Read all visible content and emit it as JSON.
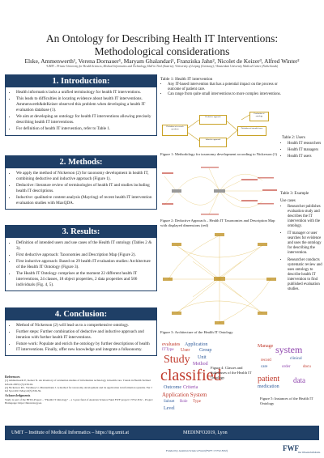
{
  "header": {
    "title_line1": "An Ontology for Describing Health IT Interventions:",
    "title_line2": "Methodological considerations",
    "authors": "Elske, Ammenwerth¹, Verena Dornauer¹, Maryam Ghalandari¹, Franziska Jahn², Nicolet de Keizer³, Alfred Winter²",
    "affiliations": "¹UMIT – Private University for Health Sciences, Medical Informatics and Technology, Hall in Tirol (Austria); ²University of Leipzig (Germany); ³Amsterdam University Medical Center (Netherlands)"
  },
  "intro": {
    "heading": "1. Introduction:",
    "items": [
      "Health informatics lacks a unified terminology for health IT interventions.",
      "This leads to difficulties in locating evidence about health IT interventions. Ammenwerth&deKeizer observed this problem when developing a health IT evaluation database (1).",
      "We aim at developing an ontology for health IT interventions allowing precisely describing health IT interventions.",
      "For definition of health IT intervention, refer to Table 1."
    ]
  },
  "methods": {
    "heading": "2. Methods:",
    "items": [
      "We apply the method of Nickerson (2) for taxonomy development in health IT, combining deductive and inductive approach (Figure 1).",
      "Deductive: literature review of terminologies of health IT and studies including health IT descriptions.",
      "Inductive: qualitative content analysis (Mayring) of recent health IT intervention evaluation studies with MaxQDA."
    ]
  },
  "results": {
    "heading": "3. Results:",
    "items": [
      "Definition of intended users and use cases of the Health IT ontology (Tables 2 & 3).",
      "First deductive approach: Taxonomies and Description Map (Figure 2).",
      "First inductive approach: Based on 29 health IT evaluation studies: Architecture of the Health IT Ontology (Figure 3).",
      "The Health IT Ontology comprises at the moment 22 different health IT interventions, 24 classes, 18 object properties, 2 data properties and 506 individuals (Fig. 4, 5)."
    ]
  },
  "conclusion": {
    "heading": "4. Conclusion:",
    "items": [
      "Method of Nickerson (2) will lead us to a comprehensive ontology.",
      "Further steps: Further combination of deductive and inductive approach and iteration with further health IT interventions.",
      "Future work: Populate and enrich the ontology by further descriptions of health IT interventions. Finally, offer new knowledge and integrate a folksonomy."
    ]
  },
  "references": {
    "heading": "References",
    "items": [
      "[1] Ammenwerth E, Keizer N. An inventory of evaluation studies of information technology in health care. Trends in Health Technol Inform 2005;1(3):239-94.",
      "[2] Nickerson RC, Varshney U, Muntermann J. A method for taxonomy development and its application in information systems. Eur J Inf Syst 2013 May;22(3):336-59."
    ],
    "ack_heading": "Acknowledgments",
    "ack": "Study is part of the HITO-Project – \"Health IT Ontology\" – a 3-year fund of Austrian Science Fund FWF project I 3752-N32 – Project Homepage: https://hitontology.eu"
  },
  "table1": {
    "title": "Table 1: Health IT intervention",
    "items": [
      "Any IT-based intervention that has a potential impact on the process or outcome of patient care.",
      "Can range from quite small interventions to more complex interventions."
    ]
  },
  "figure1": {
    "caption": "Figure 1: Methodology for taxonomy development according to Nickerson (1)",
    "boxes": [
      "Definition of research questions",
      "Deductive approach",
      "Evaluation of ontology",
      "Inductive approach",
      "Definition of intended users"
    ]
  },
  "table2": {
    "title": "Table 2: Users",
    "items": [
      "Health IT researchers",
      "Health IT managers",
      "Health IT users"
    ]
  },
  "table3": {
    "title": "Table 3: Example",
    "subtitle": "Use cases",
    "items": [
      "Researcher publishes evaluation study and describes the IT intervention with the ontology.",
      "IT manager or user searches for evidence and uses the ontology for describing the intervention.",
      "Researcher conducts systematic review and uses ontology to describe health IT intervention to find published evaluation studies."
    ]
  },
  "figure2": {
    "caption": "Figure 2: Deductive Approach – Health IT Taxonomies and Description Map with displayed dimensions (red)"
  },
  "figure3": {
    "caption": "Figure 3: Architecture of the Health IT Ontology"
  },
  "figure4": {
    "caption": "Figure 4: Classes and Subclasses of the Health IT Ontology",
    "words": [
      "evaluates",
      "Application",
      "ITType",
      "User",
      "Group",
      "Study",
      "Unit",
      "Method",
      "classified",
      "Outcome",
      "Criteria",
      "Application System",
      "Subset",
      "Role",
      "Type",
      "Level"
    ]
  },
  "figure5": {
    "caption": "Figure 5: Instances of the Health IT Ontology",
    "words": [
      "Manage",
      "system",
      "patient",
      "data",
      "medication",
      "clinical",
      "record",
      "order",
      "care",
      "docu"
    ]
  },
  "footer": {
    "left": "UMIT – Institute of Medical Informatics – https://iig.umit.at",
    "right": "MEDINFO2019, Lyon",
    "funded": "Funded by Austrian Science Fund (FWF: I 3752-N32)",
    "logo": "FWF",
    "logo_sub": "Der Wissenschaftsfonds."
  },
  "colors": {
    "header_blue": "#1f3f66",
    "cloud_red": "#c0392b",
    "cloud_blue": "#2e5a9a",
    "cloud_purple": "#8e44ad",
    "box_gold": "#c9a227"
  }
}
